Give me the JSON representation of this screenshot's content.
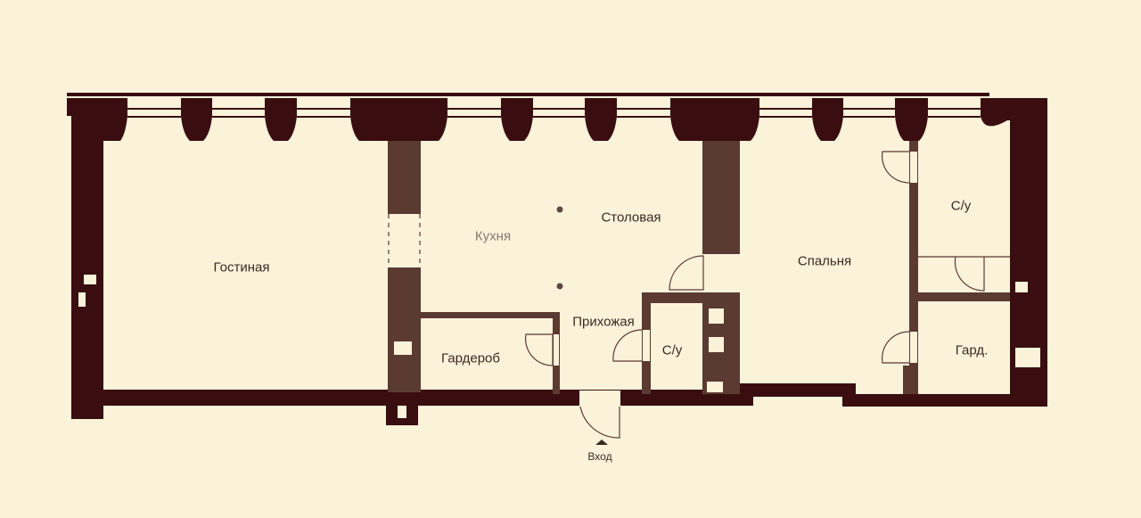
{
  "plan": {
    "rooms": {
      "living": "Гостиная",
      "kitchen": "Кухня",
      "dining": "Столовая",
      "hall": "Прихожая",
      "wardrobe": "Гардероб",
      "wc1": "С/у",
      "bedroom": "Спальня",
      "wc2": "С/у",
      "wardrobe2": "Гард."
    },
    "entrance": "Вход"
  },
  "colors": {
    "background": "#fbf2da",
    "outer_wall": "#3a0e10",
    "partition": "#5b3a32",
    "line": "#5b3a32"
  }
}
